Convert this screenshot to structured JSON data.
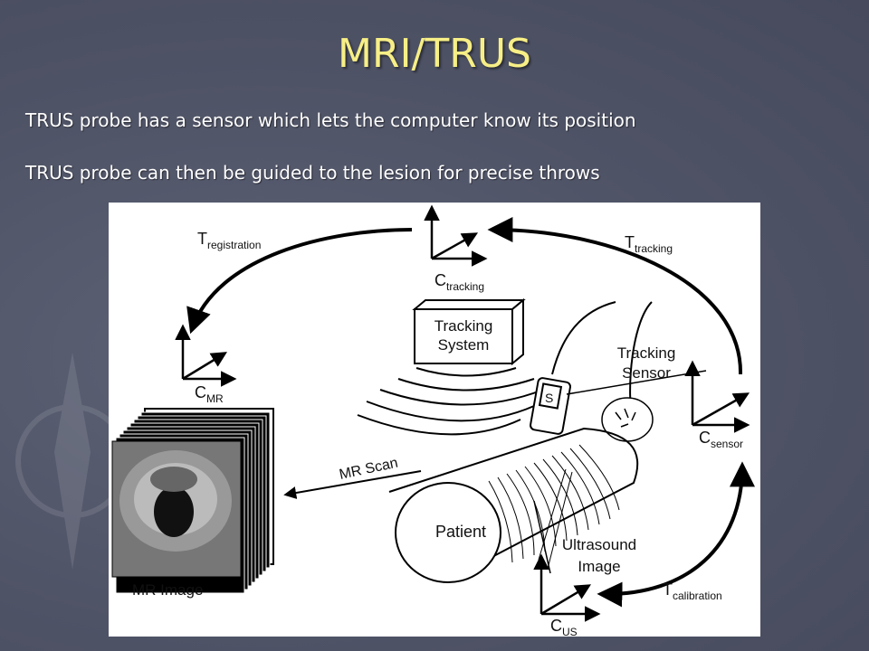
{
  "slide": {
    "title": "MRI/TRUS",
    "bullets": [
      "TRUS probe has a sensor which lets the computer know its position",
      "TRUS probe can then be guided to the lesion for precise throws"
    ]
  },
  "diagram": {
    "labels": {
      "t_registration": "T",
      "t_registration_sub": "registration",
      "t_tracking": "T",
      "t_tracking_sub": "tracking",
      "c_tracking": "C",
      "c_tracking_sub": "tracking",
      "c_mr": "C",
      "c_mr_sub": "MR",
      "c_sensor": "C",
      "c_sensor_sub": "sensor",
      "c_us": "C",
      "c_us_sub": "US",
      "t_calibration": "T",
      "t_calibration_sub": "calibration",
      "tracking_system_line1": "Tracking",
      "tracking_system_line2": "System",
      "tracking_sensor_line1": "Tracking",
      "tracking_sensor_line2": "Sensor",
      "mr_scan": "MR Scan",
      "patient": "Patient",
      "ultrasound_line1": "Ultrasound",
      "ultrasound_line2": "Image",
      "mr_image": "MR Image"
    }
  },
  "colors": {
    "background": "#4f5366",
    "title": "#f7ef86",
    "text": "#ffffff",
    "figure_bg": "#ffffff"
  }
}
